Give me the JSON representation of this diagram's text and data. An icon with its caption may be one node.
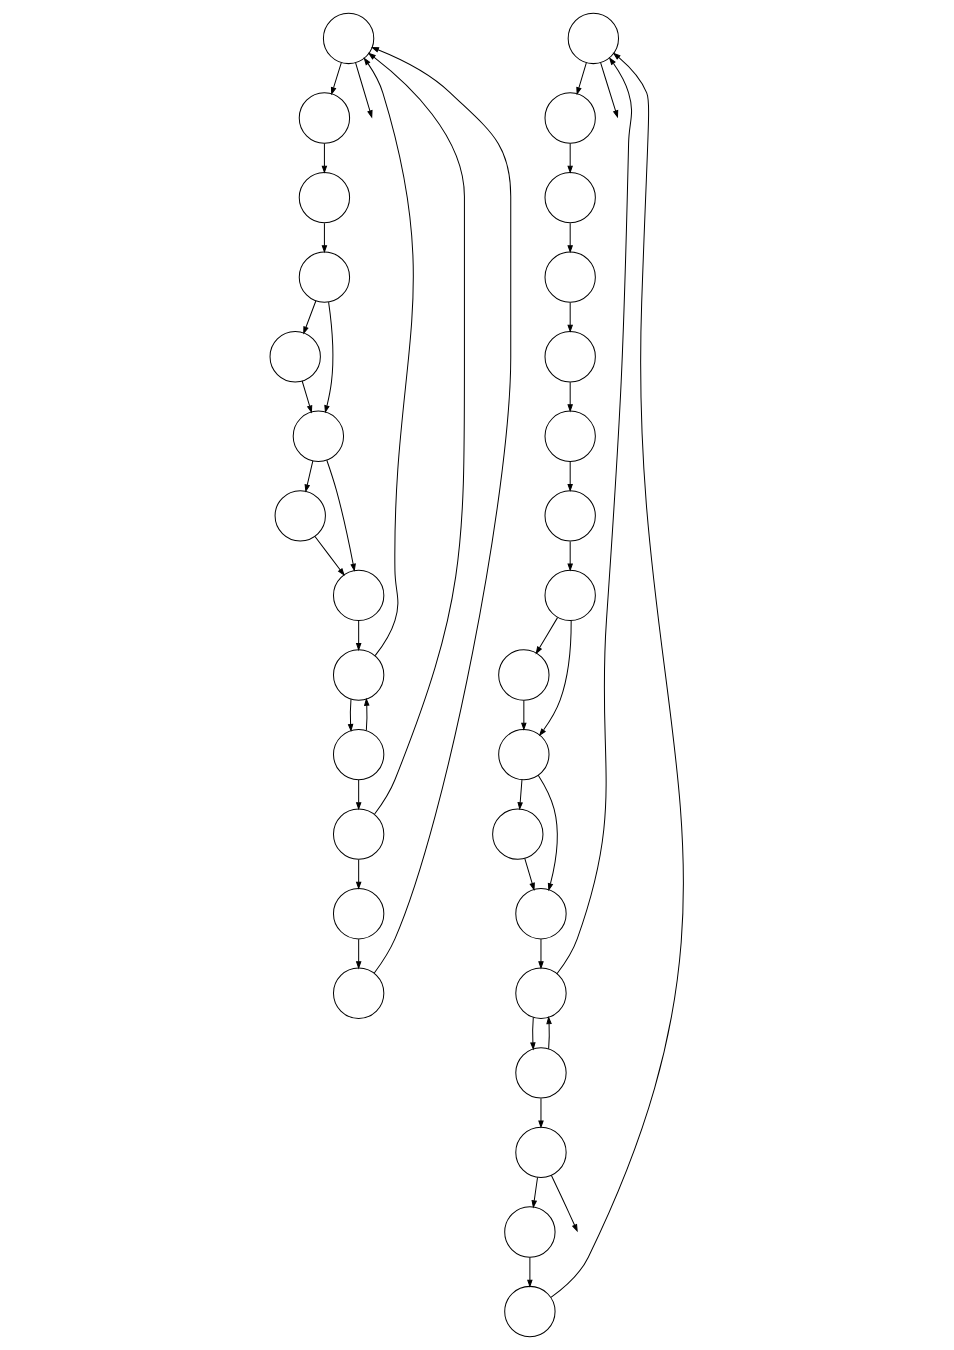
{
  "diagram": {
    "nodes": [
      {
        "text": [],
        "shape": "circle"
      },
      {
        "text": [],
        "shape": "circle"
      },
      {
        "text": [],
        "shape": "circle"
      },
      {
        "text": [],
        "shape": "circle"
      },
      {
        "text": [],
        "shape": "circle"
      },
      {
        "text": [],
        "shape": "circle"
      },
      {
        "text": [],
        "shape": "circle"
      },
      {
        "text": [],
        "shape": "circle"
      },
      {
        "text": [],
        "shape": "circle"
      },
      {
        "text": [],
        "shape": "circle"
      },
      {
        "text": [],
        "shape": "circle"
      },
      {
        "text": [],
        "shape": "circle"
      },
      {
        "text": [],
        "shape": "circle"
      },
      {
        "text": [],
        "shape": "circle"
      },
      {
        "text": [],
        "shape": "circle"
      },
      {
        "text": [],
        "shape": "circle"
      },
      {
        "text": [],
        "shape": "circle"
      },
      {
        "text": [],
        "shape": "circle"
      },
      {
        "text": [],
        "shape": "circle"
      },
      {
        "text": [],
        "shape": "circle"
      },
      {
        "text": [],
        "shape": "circle"
      },
      {
        "text": [],
        "shape": "circle"
      },
      {
        "text": [],
        "shape": "circle"
      },
      {
        "text": [],
        "shape": "circle"
      },
      {
        "text": [],
        "shape": "circle"
      },
      {
        "text": [],
        "shape": "circle"
      },
      {
        "text": [],
        "shape": "circle"
      },
      {
        "text": [],
        "shape": "circle"
      },
      {
        "text": [],
        "shape": "circle"
      },
      {
        "text": [],
        "shape": "circle"
      }
    ],
    "edges": [
      {
        "from": 0,
        "to": 1,
        "arrow": "to"
      },
      {
        "from": 1,
        "to": 2,
        "arrow": "to"
      },
      {
        "from": 2,
        "to": 3,
        "arrow": "to"
      },
      {
        "from": 3,
        "to": 5,
        "arrow": "to"
      },
      {
        "from": 3,
        "to": 4,
        "arrow": "to"
      },
      {
        "from": 4,
        "to": 5,
        "arrow": "to"
      },
      {
        "from": 5,
        "to": 7,
        "arrow": "to"
      },
      {
        "from": 5,
        "to": 6,
        "arrow": "to"
      },
      {
        "from": 6,
        "to": 7,
        "arrow": "to"
      },
      {
        "from": 7,
        "to": 8,
        "arrow": "to"
      },
      {
        "from": 8,
        "to": 0,
        "arrow": "to"
      },
      {
        "from": 8,
        "to": 9,
        "arrow": "to"
      },
      {
        "from": 9,
        "to": 8,
        "arrow": "to"
      },
      {
        "from": 9,
        "to": 10,
        "arrow": "to"
      },
      {
        "from": 10,
        "to": 11,
        "arrow": "to"
      },
      {
        "from": 11,
        "to": 12,
        "arrow": "to"
      },
      {
        "from": 12,
        "to": 0,
        "arrow": "to"
      },
      {
        "from": 10,
        "to": 0,
        "arrow": "to"
      },
      {
        "from": 0,
        "to": null,
        "arrow": "to"
      },
      {
        "from": 13,
        "to": 14,
        "arrow": "to"
      },
      {
        "from": 14,
        "to": 15,
        "arrow": "to"
      },
      {
        "from": 15,
        "to": 16,
        "arrow": "to"
      },
      {
        "from": 16,
        "to": 17,
        "arrow": "to"
      },
      {
        "from": 17,
        "to": 18,
        "arrow": "to"
      },
      {
        "from": 18,
        "to": 19,
        "arrow": "to"
      },
      {
        "from": 19,
        "to": 20,
        "arrow": "to"
      },
      {
        "from": 20,
        "to": 22,
        "arrow": "to"
      },
      {
        "from": 20,
        "to": 21,
        "arrow": "to"
      },
      {
        "from": 21,
        "to": 22,
        "arrow": "to"
      },
      {
        "from": 22,
        "to": 24,
        "arrow": "to"
      },
      {
        "from": 22,
        "to": 23,
        "arrow": "to"
      },
      {
        "from": 23,
        "to": 24,
        "arrow": "to"
      },
      {
        "from": 24,
        "to": 25,
        "arrow": "to"
      },
      {
        "from": 25,
        "to": 13,
        "arrow": "to"
      },
      {
        "from": 25,
        "to": 26,
        "arrow": "to"
      },
      {
        "from": 26,
        "to": 25,
        "arrow": "to"
      },
      {
        "from": 26,
        "to": 27,
        "arrow": "to"
      },
      {
        "from": 27,
        "to": 28,
        "arrow": "to"
      },
      {
        "from": 28,
        "to": 29,
        "arrow": "to"
      },
      {
        "from": 29,
        "to": 13,
        "arrow": "to"
      },
      {
        "from": 13,
        "to": null,
        "arrow": "to"
      },
      {
        "from": 27,
        "to": null,
        "arrow": "to"
      }
    ]
  }
}
